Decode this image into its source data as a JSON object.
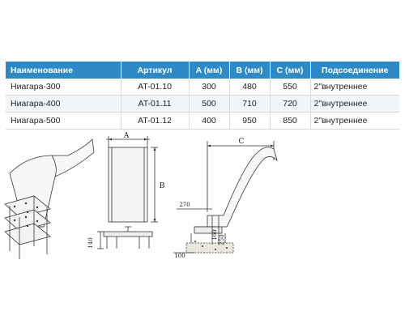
{
  "table": {
    "headers": [
      "Наименование",
      "Артикул",
      "A (мм)",
      "B (мм)",
      "C (мм)",
      "Подсоединение"
    ],
    "rows": [
      [
        "Ниагара-300",
        "AT-01.10",
        "300",
        "480",
        "550",
        "2\"внутреннее"
      ],
      [
        "Ниагара-400",
        "AT-01.11",
        "500",
        "710",
        "720",
        "2\"внутреннее"
      ],
      [
        "Ниагара-500",
        "AT-01.12",
        "400",
        "950",
        "850",
        "2\"внутреннее"
      ]
    ],
    "header_color": "#2e8ac6"
  },
  "drawings": {
    "front": {
      "dim_a": "A",
      "dim_b": "B",
      "dim_base": "140"
    },
    "side": {
      "dim_c": "C",
      "dim_270": "270",
      "dim_160": "160",
      "dim_250": "250",
      "dim_100": "100"
    }
  }
}
